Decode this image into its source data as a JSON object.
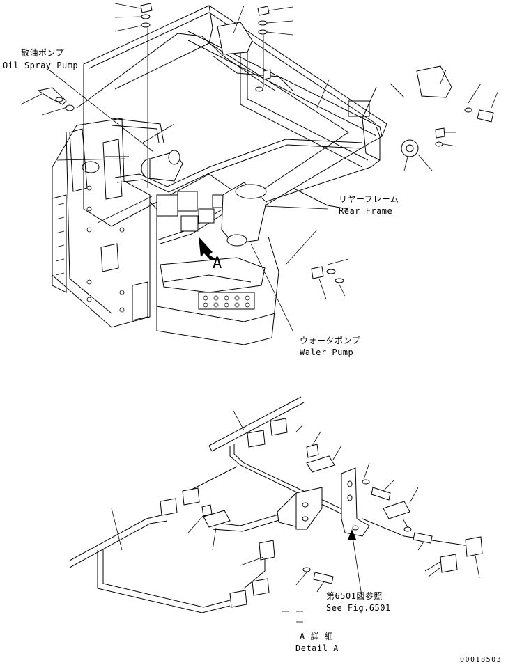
{
  "labels": {
    "oil_spray_pump_jp": "散油ポンプ",
    "oil_spray_pump_en": "Oil Spray Pump",
    "rear_frame_jp": "リヤーフレーム",
    "rear_frame_en": "Rear Frame",
    "water_pump_jp": "ウォータポンプ",
    "water_pump_en": "Waler Pump",
    "view_marker": "A",
    "see_fig_jp": "第6501図参照",
    "see_fig_en": "See Fig.6501",
    "detail_jp": "A 詳 細",
    "detail_en": "Detail A",
    "drawing_number": "00018503"
  }
}
